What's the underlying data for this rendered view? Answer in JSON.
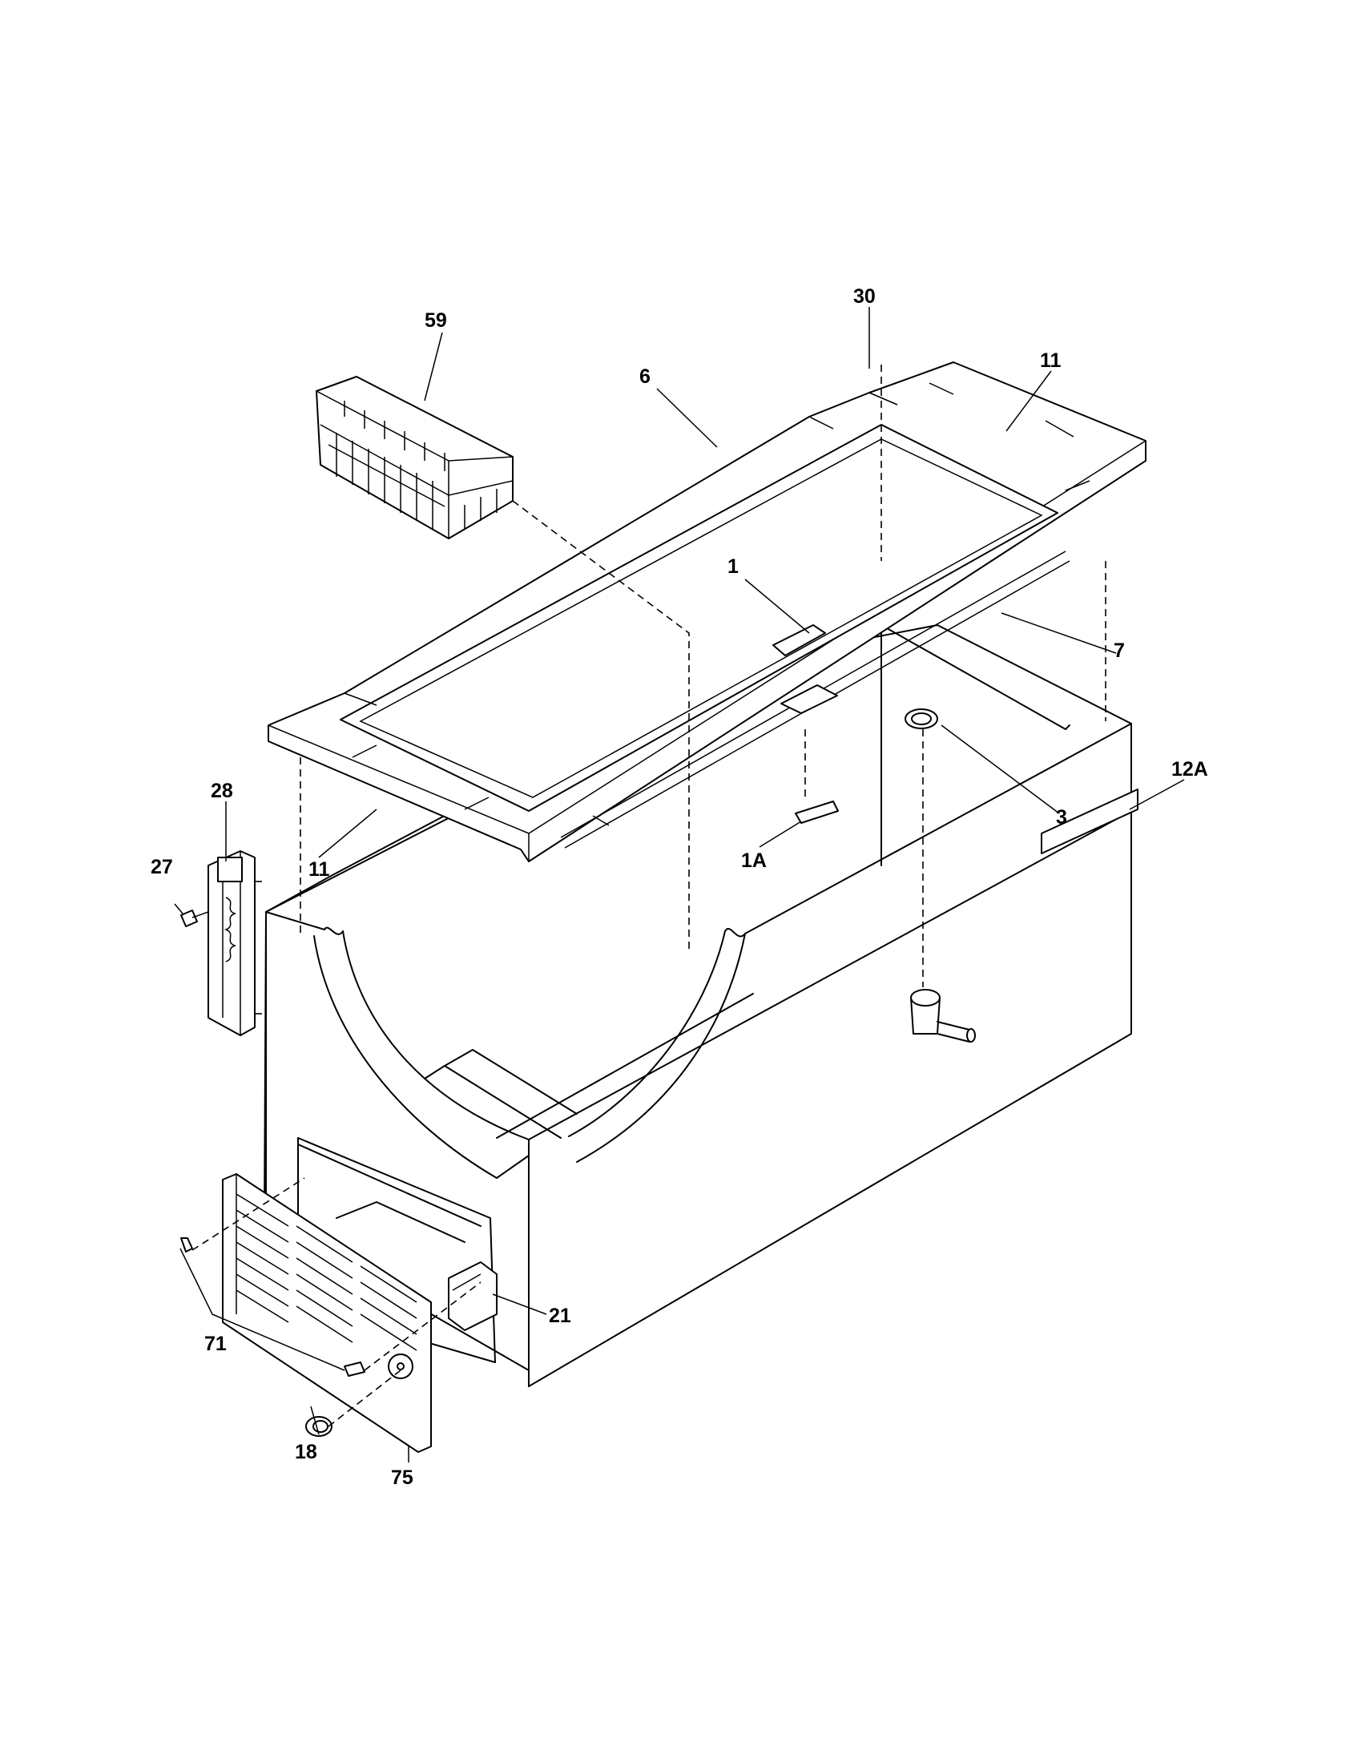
{
  "callouts": [
    {
      "id": "30",
      "text": "30"
    },
    {
      "id": "59",
      "text": "59"
    },
    {
      "id": "11a",
      "text": "11"
    },
    {
      "id": "6",
      "text": "6"
    },
    {
      "id": "1",
      "text": "1"
    },
    {
      "id": "7",
      "text": "7"
    },
    {
      "id": "3",
      "text": "3"
    },
    {
      "id": "12A",
      "text": "12A"
    },
    {
      "id": "28",
      "text": "28"
    },
    {
      "id": "27",
      "text": "27"
    },
    {
      "id": "11b",
      "text": "11"
    },
    {
      "id": "1A",
      "text": "1A"
    },
    {
      "id": "21",
      "text": "21"
    },
    {
      "id": "71",
      "text": "71"
    },
    {
      "id": "18",
      "text": "18"
    },
    {
      "id": "75",
      "text": "75"
    }
  ]
}
